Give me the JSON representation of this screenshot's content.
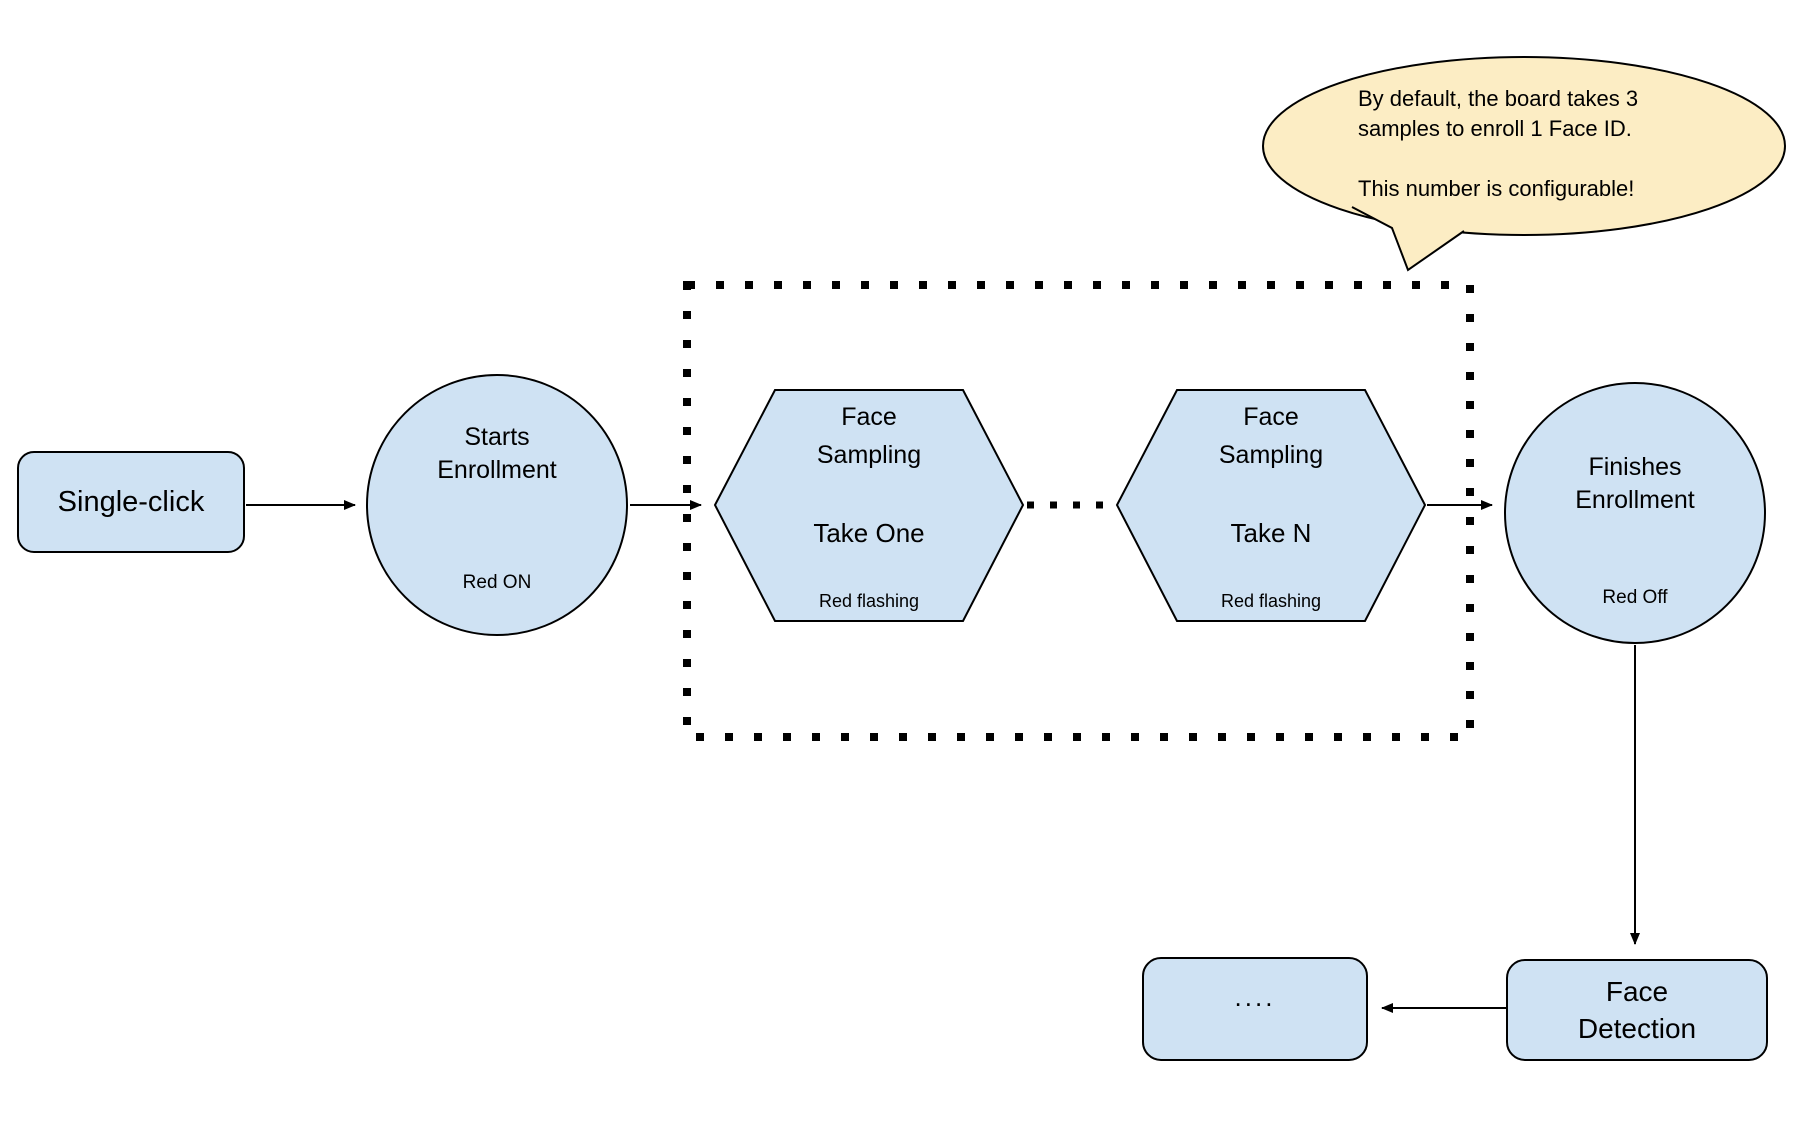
{
  "diagram": {
    "callout": {
      "text": "By default, the board takes 3\nsamples to enroll 1 Face ID.\n\nThis number is configurable!"
    },
    "nodes": {
      "single_click": {
        "label": "Single-click"
      },
      "starts_enrollment": {
        "title": "Starts\nEnrollment",
        "status": "Red ON"
      },
      "face_sampling_take_one": {
        "title": "Face\nSampling",
        "step": "Take One",
        "status": "Red flashing"
      },
      "face_sampling_take_n": {
        "title": "Face\nSampling",
        "step": "Take N",
        "status": "Red flashing"
      },
      "finishes_enrollment": {
        "title": "Finishes\nEnrollment",
        "status": "Red Off"
      },
      "face_detection": {
        "label": "Face\nDetection"
      },
      "continuation": {
        "label": "...."
      }
    },
    "colors": {
      "node_fill": "#cfe2f3",
      "node_border": "#000000",
      "callout_fill": "#fcedc4",
      "callout_border": "#000000",
      "background": "#ffffff"
    }
  }
}
